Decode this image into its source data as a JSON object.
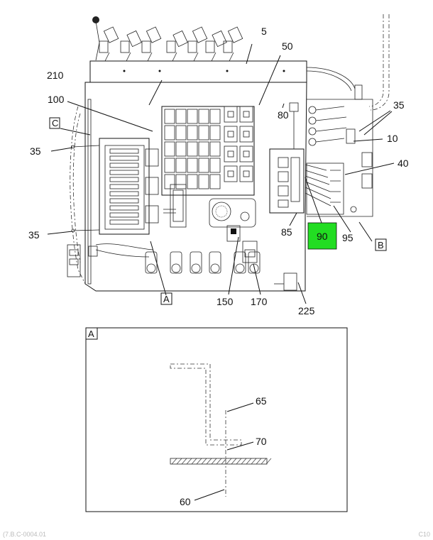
{
  "callouts": {
    "c5": "5",
    "c50": "50",
    "c210": "210",
    "c100": "100",
    "c35a": "35",
    "c35b": "35",
    "c35c": "35",
    "c10": "10",
    "c40": "40",
    "c80": "80",
    "c85": "85",
    "c90": "90",
    "c95": "95",
    "c150": "150",
    "c170": "170",
    "c225": "225",
    "box_c": "C",
    "box_a": "A",
    "box_b": "B"
  },
  "detail": {
    "tag": "A",
    "c65": "65",
    "c70": "70",
    "c60": "60"
  },
  "highlight_color": "#22dd22",
  "doc_id": "(7.B.C-0004.01",
  "page_id": "C10"
}
